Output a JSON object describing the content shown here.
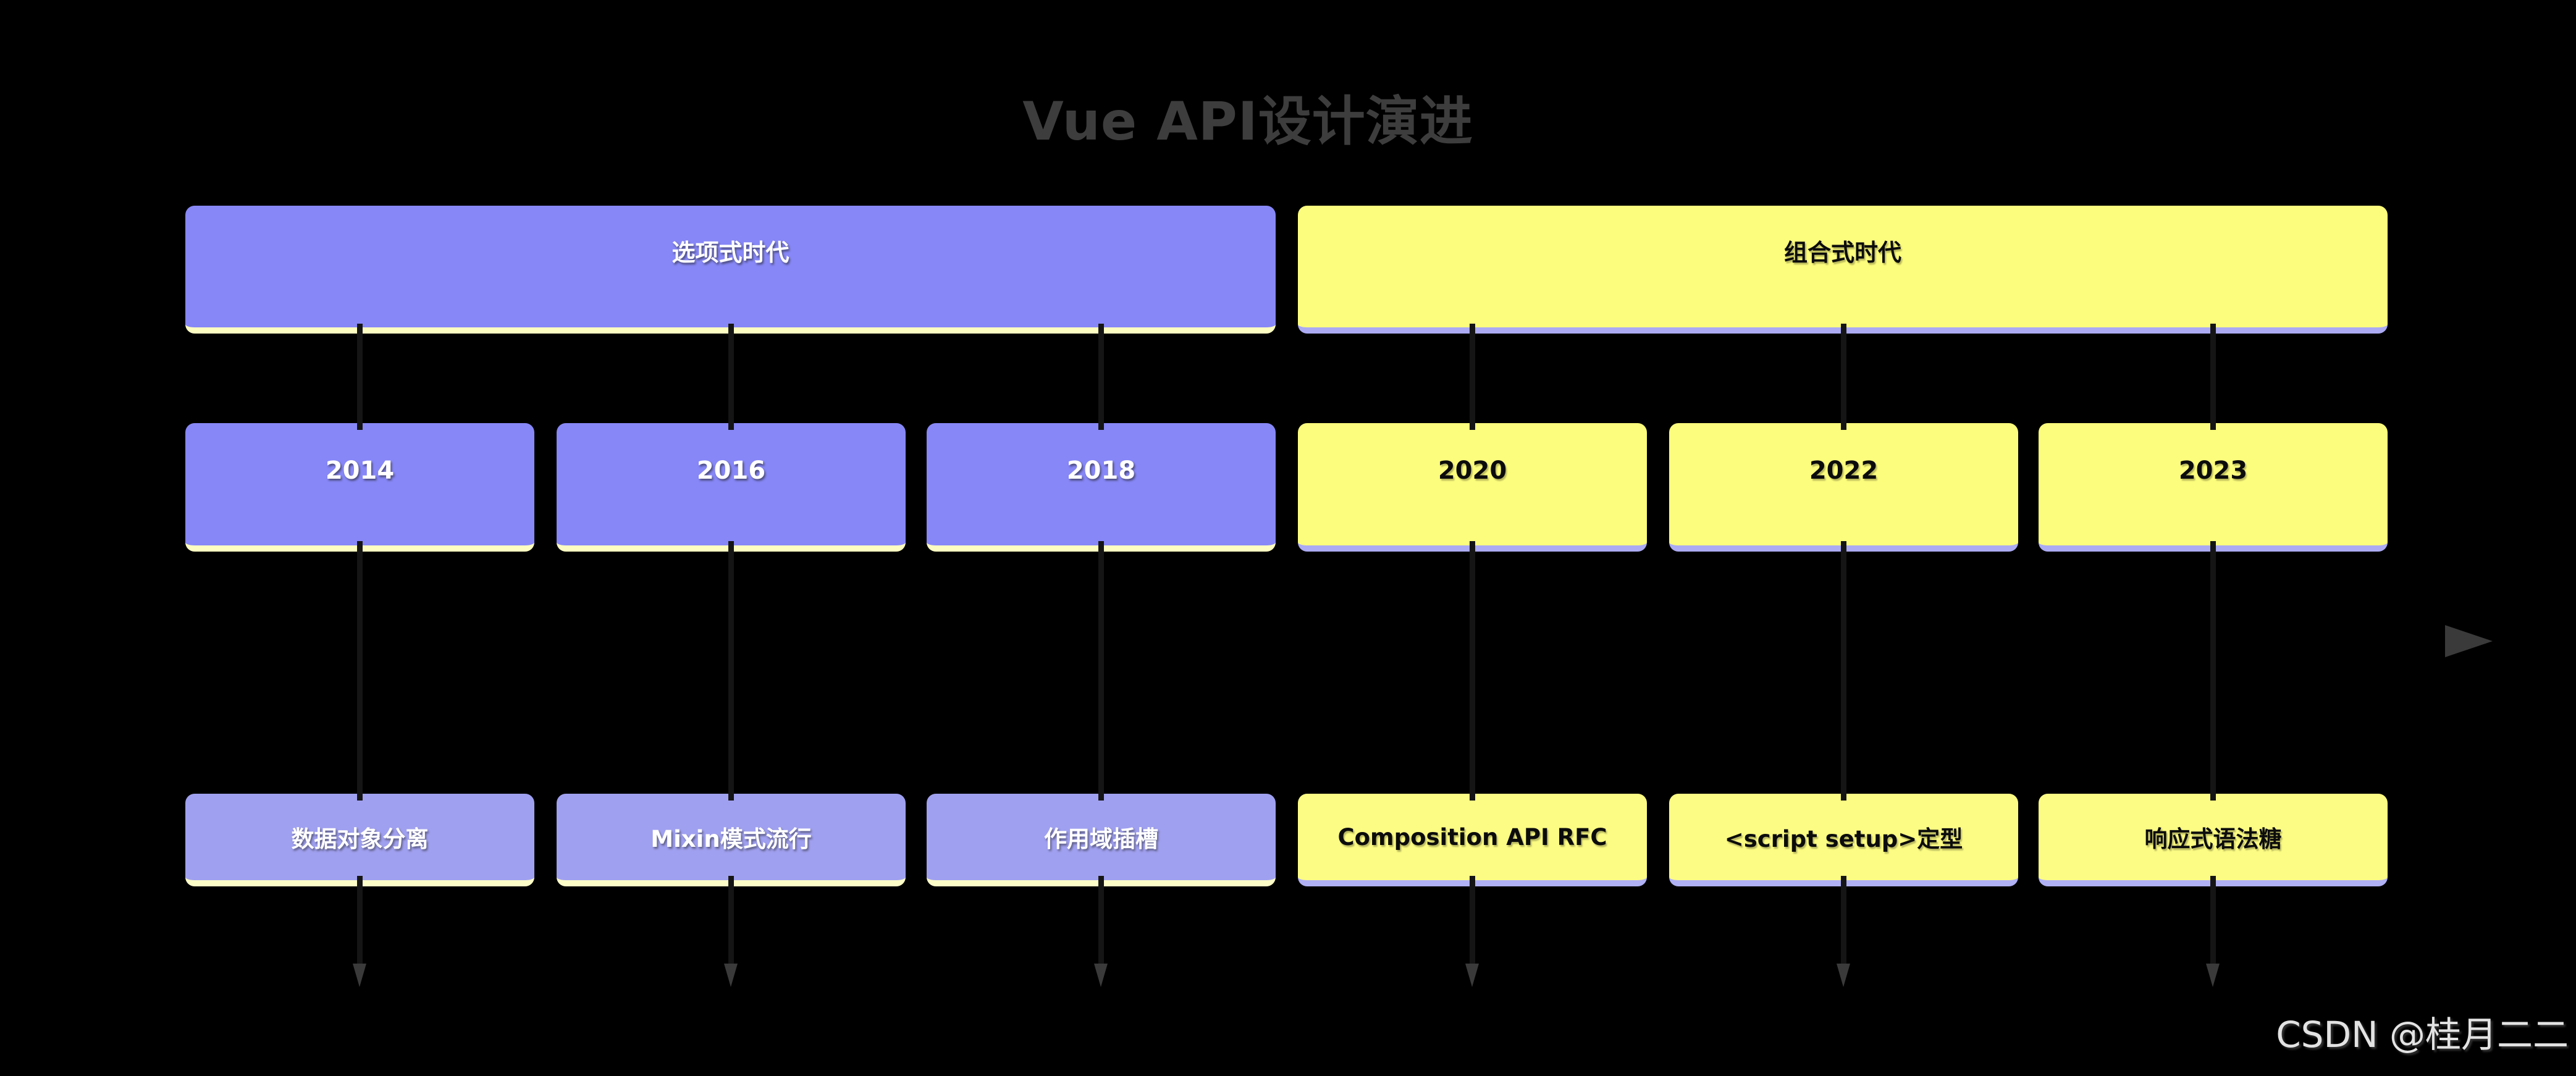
{
  "title": "Vue API设计演进",
  "eras": [
    {
      "label": "选项式时代",
      "theme": "purple"
    },
    {
      "label": "组合式时代",
      "theme": "yellow"
    }
  ],
  "columns": [
    {
      "year": "2014",
      "event": "数据对象分离",
      "era": "选项式时代",
      "theme": "purple"
    },
    {
      "year": "2016",
      "event": "Mixin模式流行",
      "era": "选项式时代",
      "theme": "purple"
    },
    {
      "year": "2018",
      "event": "作用域插槽",
      "era": "选项式时代",
      "theme": "purple"
    },
    {
      "year": "2020",
      "event": "Composition API RFC",
      "era": "组合式时代",
      "theme": "yellow"
    },
    {
      "year": "2022",
      "event": "<script setup>定型",
      "era": "组合式时代",
      "theme": "yellow"
    },
    {
      "year": "2023",
      "event": "响应式语法糖",
      "era": "组合式时代",
      "theme": "yellow"
    }
  ],
  "watermark": "CSDN @桂月二二",
  "icons": {
    "right_arrow": "css-triangle-right",
    "down_arrow": "css-triangle-down"
  },
  "colors": {
    "background": "#000000",
    "title_text": "#3d3d3d",
    "era_purple": "#8787f7",
    "era_purple_strip": "#fdfdc2",
    "event_purple": "#a0a0f0",
    "era_yellow": "#fcfc7d",
    "era_yellow_strip": "#abaaf2",
    "purple_box_text": "#ffffff",
    "yellow_box_text": "#0c0c0c",
    "arrowhead": "#3a3a3a",
    "watermark_text": "#e3e3e3"
  }
}
